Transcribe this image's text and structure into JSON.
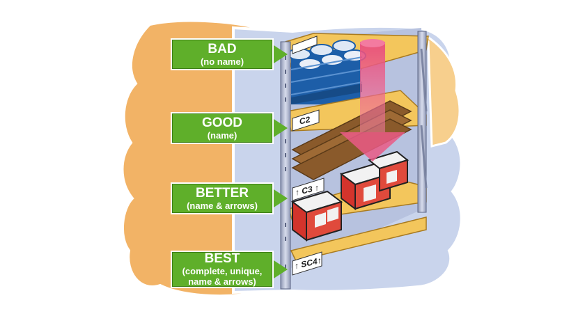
{
  "labels": {
    "bad": {
      "title": "BAD",
      "subtitle": "(no name)"
    },
    "good": {
      "title": "GOOD",
      "subtitle": "(name)"
    },
    "better": {
      "title": "BETTER",
      "subtitle": "(name & arrows)"
    },
    "best": {
      "title": "BEST",
      "subtitle_line1": "(complete, unique,",
      "subtitle_line2": "name & arrows)"
    }
  },
  "shelf_tags": {
    "good": "C2",
    "better": "↑ C3 ↑",
    "best": "↑ SC4↑"
  },
  "colors": {
    "label_green": "#5faf2a",
    "wall_orange": "#f2b366",
    "floor_blue": "#c9d4ec",
    "shelf_wood": "#f3c65c",
    "drum_blue": "#1d5ea8",
    "focus_pink": "#e8507a"
  }
}
